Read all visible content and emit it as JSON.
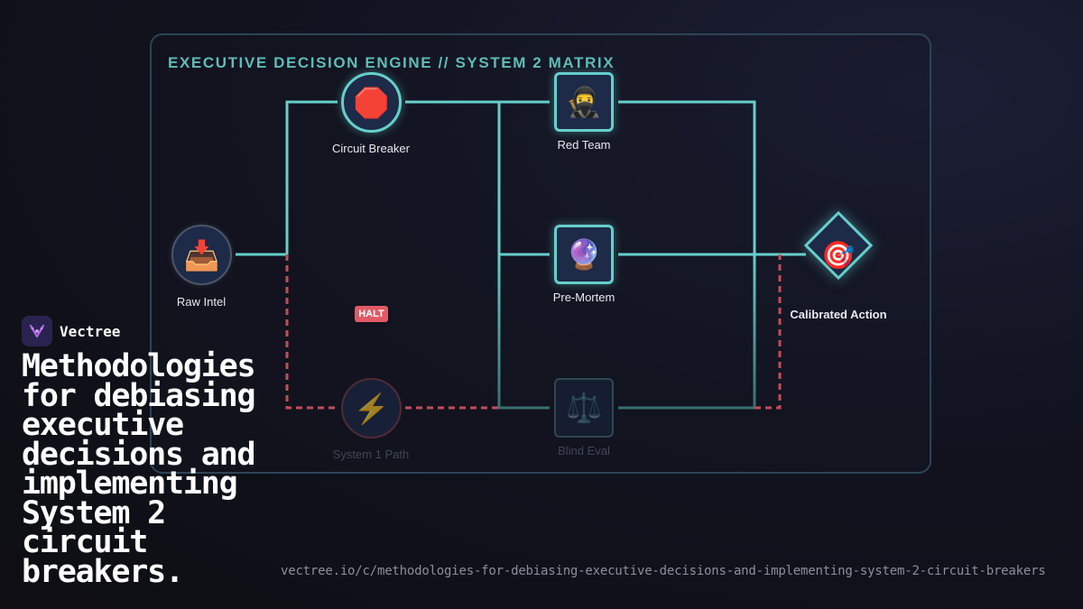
{
  "diagram": {
    "title": "EXECUTIVE DECISION ENGINE // SYSTEM 2 MATRIX",
    "halt_label": "HALT",
    "nodes": {
      "raw_intel": {
        "icon": "inbox-tray-icon",
        "glyph": "📥",
        "label": "Raw Intel"
      },
      "circuit_breaker": {
        "icon": "stop-sign-icon",
        "glyph": "🛑",
        "label": "Circuit Breaker"
      },
      "system1_path": {
        "icon": "lightning-icon",
        "glyph": "⚡",
        "label": "System 1 Path"
      },
      "red_team": {
        "icon": "ninja-icon",
        "glyph": "🥷",
        "label": "Red Team"
      },
      "pre_mortem": {
        "icon": "crystal-ball-icon",
        "glyph": "🔮",
        "label": "Pre-Mortem"
      },
      "blind_eval": {
        "icon": "balance-scale-icon",
        "glyph": "⚖️",
        "label": "Blind Eval"
      },
      "calibrated_action": {
        "icon": "target-icon",
        "glyph": "🎯",
        "label": "Calibrated Action"
      }
    },
    "colors": {
      "accent": "#66cfcb",
      "halt": "#e05a66",
      "title": "#5fbcb8"
    }
  },
  "brand": {
    "name": "Vectree",
    "icon": "vectree-logo-icon"
  },
  "headline": "Methodologies for debiasing executive decisions and implementing System 2 circuit breakers.",
  "url": "vectree.io/c/methodologies-for-debiasing-executive-decisions-and-implementing-system-2-circuit-breakers"
}
